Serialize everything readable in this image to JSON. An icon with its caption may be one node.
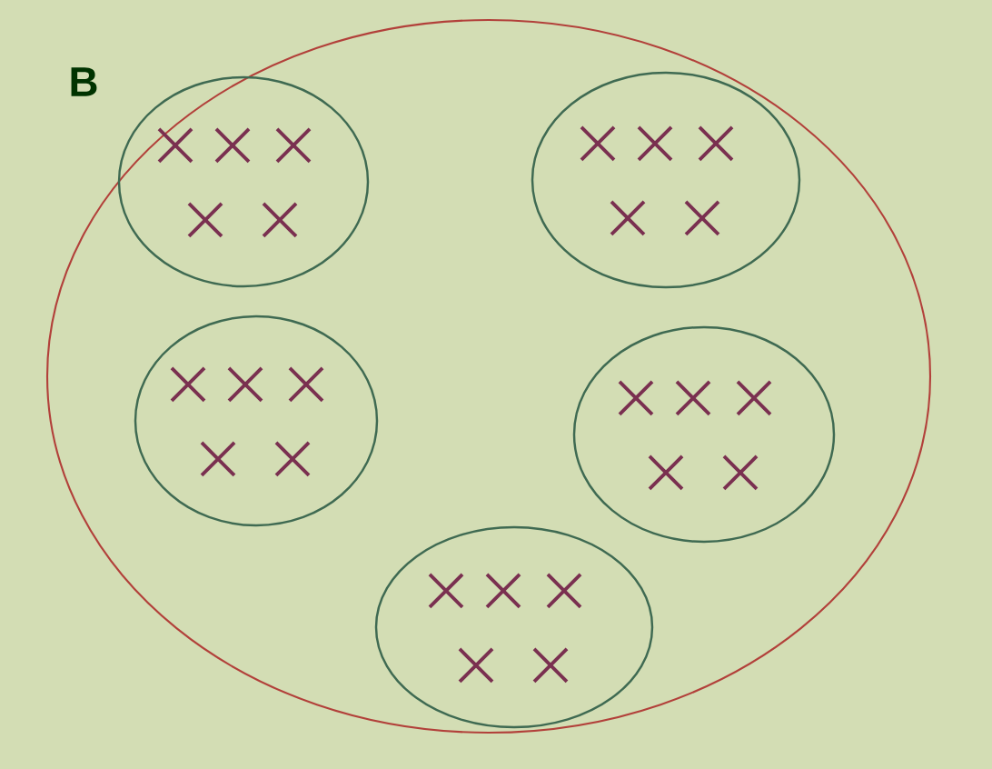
{
  "diagram": {
    "nodes": [
      {
        "text": [],
        "shape": "ellipse"
      },
      {
        "text": [],
        "shape": "ellipse",
        "in": 0
      },
      {
        "text": [],
        "shape": "ellipse",
        "in": 0
      },
      {
        "text": [],
        "shape": "ellipse",
        "in": 0
      },
      {
        "text": [],
        "shape": "ellipse",
        "in": 0
      },
      {
        "text": [],
        "shape": "ellipse",
        "in": 0
      }
    ],
    "labels": [
      "B"
    ]
  }
}
